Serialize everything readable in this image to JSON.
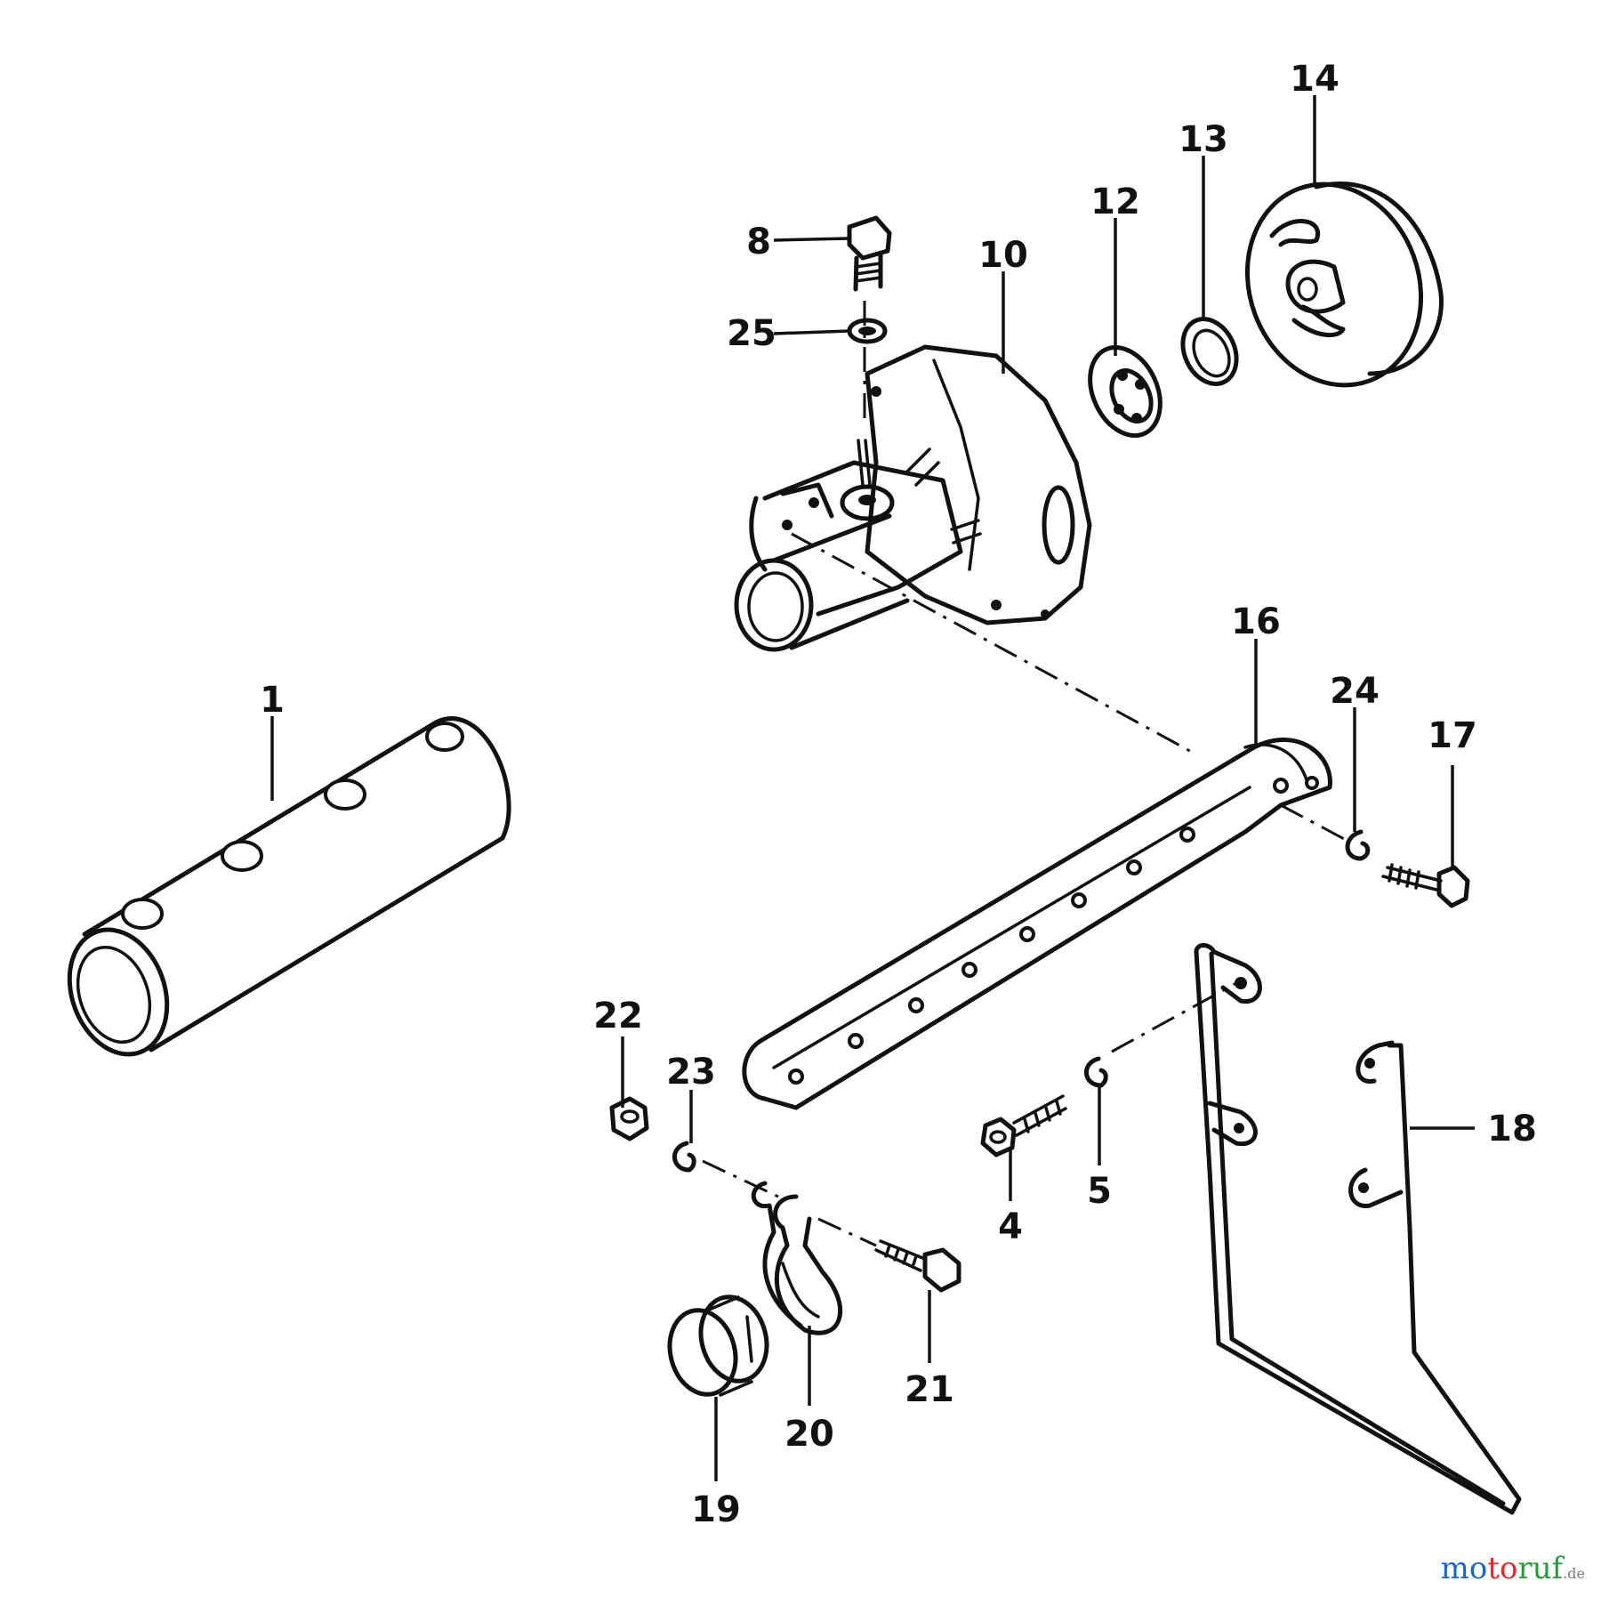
{
  "callouts": [
    "1",
    "4",
    "5",
    "8",
    "10",
    "12",
    "13",
    "14",
    "16",
    "17",
    "18",
    "19",
    "20",
    "21",
    "22",
    "23",
    "24",
    "25"
  ],
  "watermark": {
    "m1": "mo",
    "m2": "to",
    "m3": "ruf",
    "m4": ".de"
  }
}
